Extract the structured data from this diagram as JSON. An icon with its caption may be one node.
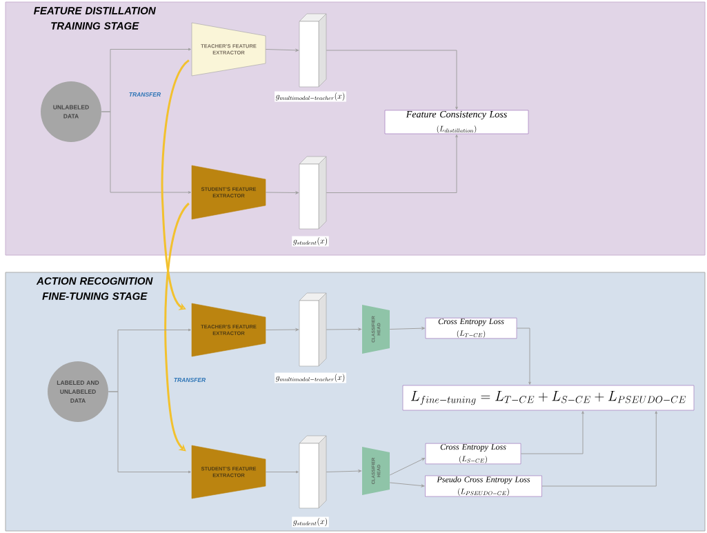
{
  "diagram": {
    "nodes": [
      {
        "text": [
          "FEATURE DISTILLATION TRAINING STAGE"
        ]
      },
      {
        "text": [
          "UNLABELED DATA"
        ],
        "in": 0
      },
      {
        "text": [
          "TEACHER’S FEATURE EXTRACTOR"
        ],
        "in": 0
      },
      {
        "text": [
          "STUDENT’S FEATURE EXTRACTOR"
        ],
        "in": 0
      },
      {
        "text": [],
        "shape": "box",
        "beside": [
          "g_{multimodal-teacher}(x)"
        ],
        "in": 0
      },
      {
        "text": [],
        "shape": "box",
        "beside": [
          "g_{student}(x)"
        ],
        "in": 0
      },
      {
        "text": [
          "Feature Consistency Loss",
          "(L_{distillation})"
        ],
        "in": 0
      },
      {
        "text": [
          "ACTION RECOGNITION FINE-TUNING STAGE"
        ]
      },
      {
        "text": [
          "LABELED AND UNLABELED DATA"
        ],
        "in": 7
      },
      {
        "text": [
          "TEACHER’S FEATURE EXTRACTOR"
        ],
        "in": 7
      },
      {
        "text": [
          "STUDENT’S FEATURE EXTRACTOR"
        ],
        "in": 7
      },
      {
        "text": [],
        "shape": "box",
        "beside": [
          "g_{multimodal-teacher}(x)"
        ],
        "in": 7
      },
      {
        "text": [],
        "shape": "box",
        "beside": [
          "g_{student}(x)"
        ],
        "in": 7
      },
      {
        "text": [
          "CLASSIFIER HEAD"
        ],
        "in": 7
      },
      {
        "text": [
          "CLASSIFIER HEAD"
        ],
        "in": 7
      },
      {
        "text": [
          "Cross Entropy Loss",
          "(L_{T-CE})"
        ],
        "in": 7
      },
      {
        "text": [
          "L_{fine-tuning} = L_{T-CE} + L_{S-CE} + L_{PSEUDO-CE}"
        ],
        "in": 7
      },
      {
        "text": [
          "Cross Entropy Loss",
          "(L_{S-CE})"
        ],
        "in": 7
      },
      {
        "text": [
          "Pseudo Cross Entropy Loss",
          "(L_{PSEUDO-CE})"
        ],
        "in": 7
      }
    ],
    "edges": [
      {
        "from": 1,
        "to": 2,
        "arrow": "to"
      },
      {
        "from": 1,
        "to": 3,
        "arrow": "to"
      },
      {
        "from": 2,
        "to": 4,
        "arrow": "to"
      },
      {
        "from": 3,
        "to": 5,
        "arrow": "to"
      },
      {
        "from": 4,
        "to": 6,
        "arrow": "to"
      },
      {
        "from": 5,
        "to": 6,
        "arrow": "to"
      },
      {
        "from": 2,
        "to": 9,
        "arrow": "to",
        "label": "TRANSFER",
        "style": "thick",
        "color": "#f2c12e"
      },
      {
        "from": 3,
        "to": 10,
        "arrow": "to",
        "label": "TRANSFER",
        "style": "thick",
        "color": "#f2c12e"
      },
      {
        "from": 8,
        "to": 9,
        "arrow": "to"
      },
      {
        "from": 8,
        "to": 10,
        "arrow": "to"
      },
      {
        "from": 9,
        "to": 11,
        "arrow": "to"
      },
      {
        "from": 10,
        "to": 12,
        "arrow": "to"
      },
      {
        "from": 11,
        "to": 13,
        "arrow": "to"
      },
      {
        "from": 12,
        "to": 14,
        "arrow": "to"
      },
      {
        "from": 13,
        "to": 15,
        "arrow": "to"
      },
      {
        "from": 14,
        "to": 17,
        "arrow": "to"
      },
      {
        "from": 14,
        "to": 18,
        "arrow": "to"
      },
      {
        "from": 15,
        "to": 16,
        "arrow": "to"
      },
      {
        "from": 17,
        "to": 16,
        "arrow": "to"
      },
      {
        "from": 18,
        "to": 16,
        "arrow": "to"
      }
    ]
  }
}
